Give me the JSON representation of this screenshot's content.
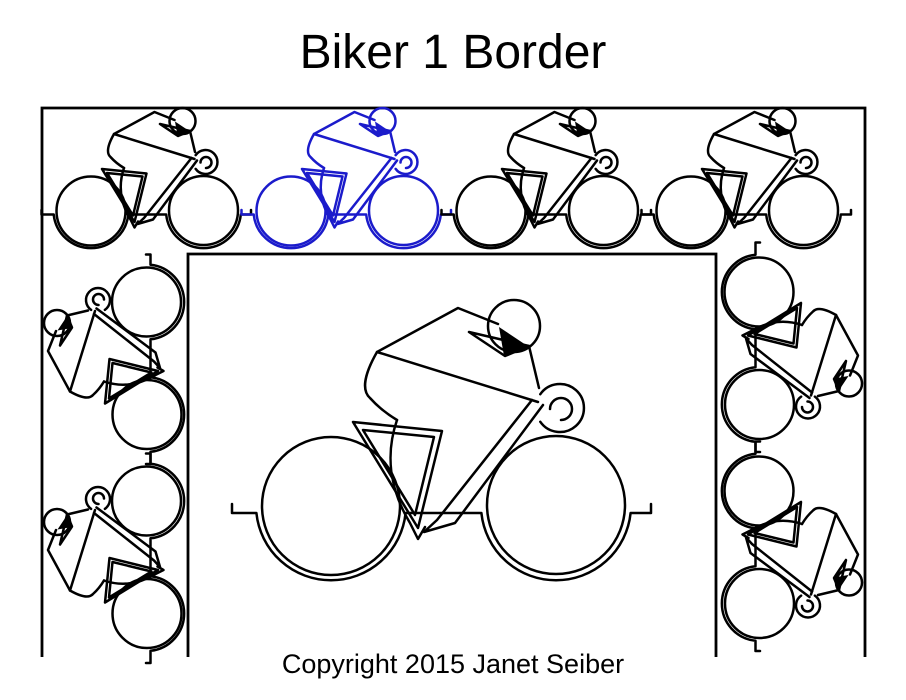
{
  "title": "Biker 1 Border",
  "footer": {
    "copyright": "Copyright 2015 Janet Seiber"
  },
  "pattern": {
    "motif": "road-cyclist-line-art",
    "colors": {
      "line": "#000000",
      "highlight": "#1b1bcb",
      "background": "#ffffff"
    },
    "layout": {
      "top_row_count": 4,
      "highlighted_position": "top row, second from left",
      "left_column_count": 2,
      "right_column_count": 2,
      "center_count": 1,
      "border_open_side": "bottom"
    }
  }
}
